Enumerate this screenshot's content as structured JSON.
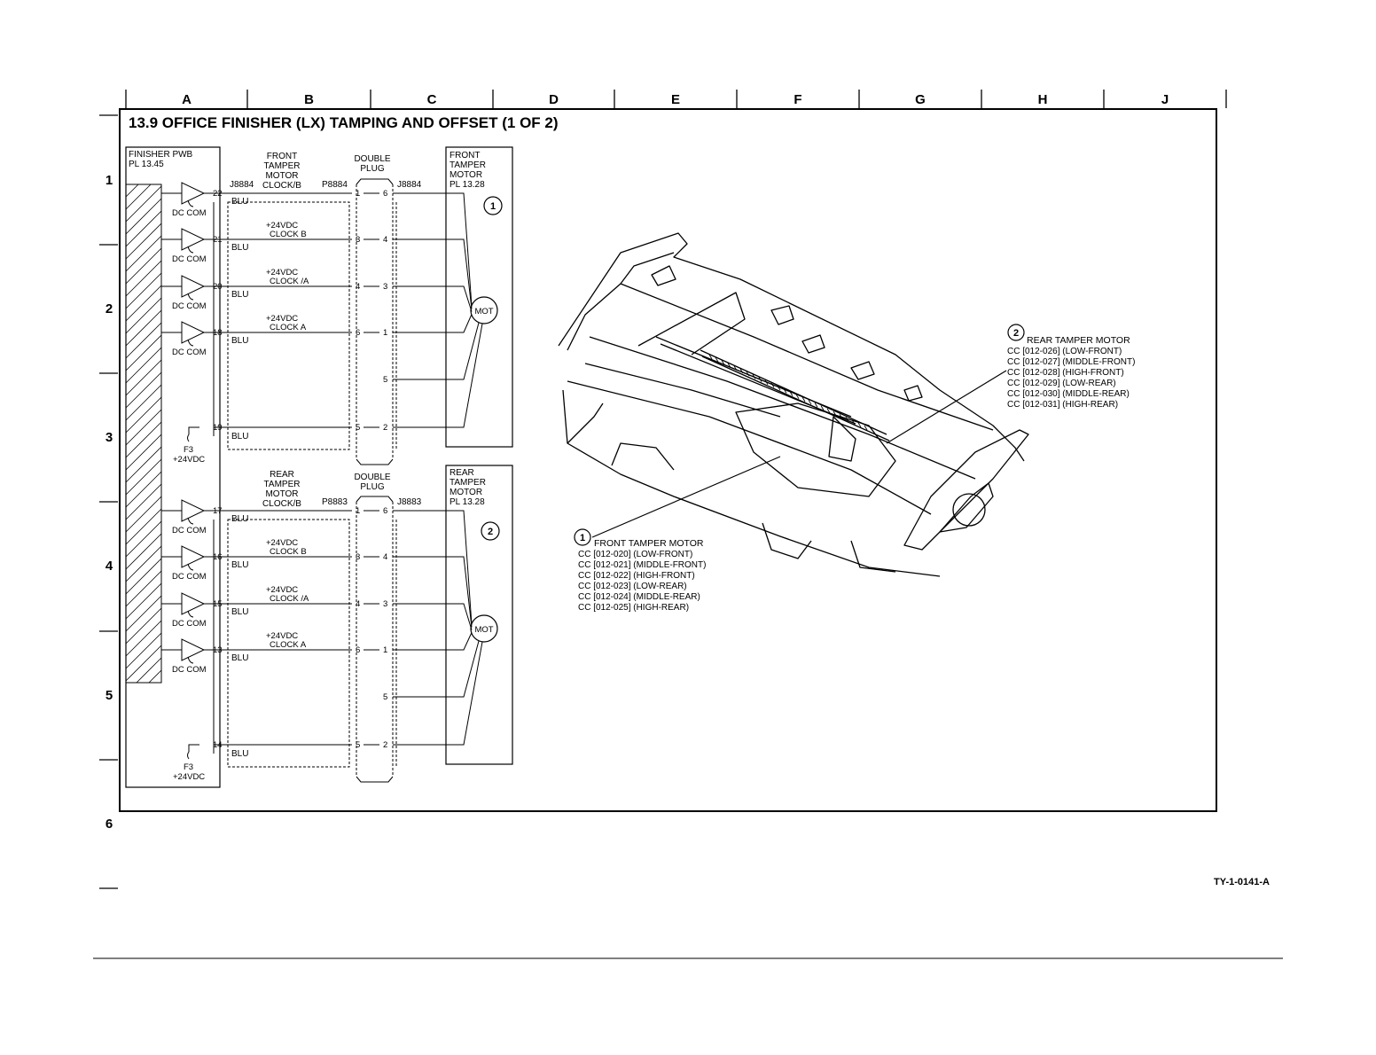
{
  "columns": [
    "A",
    "B",
    "C",
    "D",
    "E",
    "F",
    "G",
    "H",
    "J"
  ],
  "rows": [
    "1",
    "2",
    "3",
    "4",
    "5",
    "6"
  ],
  "title": "13.9 OFFICE FINISHER (LX) TAMPING AND OFFSET (1 OF 2)",
  "finisher": {
    "name": "FINISHER PWB",
    "pl": "PL 13.45"
  },
  "front": {
    "harness_label": [
      "FRONT",
      "TAMPER",
      "MOTOR",
      "CLOCK/B"
    ],
    "j_left": "J8884",
    "p_conn": "P8884",
    "j_right": "J8884",
    "plug_label": [
      "DOUBLE",
      "PLUG"
    ],
    "motor_label": [
      "FRONT",
      "TAMPER",
      "MOTOR",
      "PL 13.28"
    ],
    "callout": "1",
    "signals": [
      {
        "pin": "22",
        "wire": "BLU",
        "left": "1",
        "right": "6",
        "net": []
      },
      {
        "pin": "21",
        "wire": "BLU",
        "left": "3",
        "right": "4",
        "net": [
          "+24VDC",
          "CLOCK B"
        ]
      },
      {
        "pin": "20",
        "wire": "BLU",
        "left": "4",
        "right": "3",
        "net": [
          "+24VDC",
          "CLOCK /A"
        ]
      },
      {
        "pin": "18",
        "wire": "BLU",
        "left": "6",
        "right": "1",
        "net": [
          "+24VDC",
          "CLOCK A"
        ]
      }
    ],
    "pin5": "5",
    "power": {
      "pin": "19",
      "wire": "BLU",
      "left": "5",
      "right": "2",
      "fuse": "F3",
      "volt": "+24VDC"
    }
  },
  "rear": {
    "harness_label": [
      "REAR",
      "TAMPER",
      "MOTOR",
      "CLOCK/B"
    ],
    "p_conn": "P8883",
    "j_right": "J8883",
    "plug_label": [
      "DOUBLE",
      "PLUG"
    ],
    "motor_label": [
      "REAR",
      "TAMPER",
      "MOTOR",
      "PL 13.28"
    ],
    "callout": "2",
    "signals": [
      {
        "pin": "17",
        "wire": "BLU",
        "left": "1",
        "right": "6",
        "net": []
      },
      {
        "pin": "16",
        "wire": "BLU",
        "left": "3",
        "right": "4",
        "net": [
          "+24VDC",
          "CLOCK B"
        ]
      },
      {
        "pin": "15",
        "wire": "BLU",
        "left": "4",
        "right": "3",
        "net": [
          "+24VDC",
          "CLOCK /A"
        ]
      },
      {
        "pin": "13",
        "wire": "BLU",
        "left": "6",
        "right": "1",
        "net": [
          "+24VDC",
          "CLOCK A"
        ]
      }
    ],
    "pin5": "5",
    "power": {
      "pin": "14",
      "wire": "BLU",
      "left": "5",
      "right": "2",
      "fuse": "F3",
      "volt": "+24VDC"
    }
  },
  "dc_com": "DC COM",
  "mot": "MOT",
  "rear_callout": {
    "num": "2",
    "title": "REAR TAMPER MOTOR",
    "lines": [
      "CC [012-026] (LOW-FRONT)",
      "CC [012-027] (MIDDLE-FRONT)",
      "CC [012-028] (HIGH-FRONT)",
      "CC [012-029] (LOW-REAR)",
      "CC [012-030] (MIDDLE-REAR)",
      "CC [012-031] (HIGH-REAR)"
    ]
  },
  "front_callout": {
    "num": "1",
    "title": "FRONT TAMPER MOTOR",
    "lines": [
      "CC [012-020] (LOW-FRONT)",
      "CC [012-021] (MIDDLE-FRONT)",
      "CC [012-022] (HIGH-FRONT)",
      "CC [012-023] (LOW-REAR)",
      "CC [012-024] (MIDDLE-REAR)",
      "CC [012-025] (HIGH-REAR)"
    ]
  },
  "figure_ref": "TY-1-0141-A"
}
